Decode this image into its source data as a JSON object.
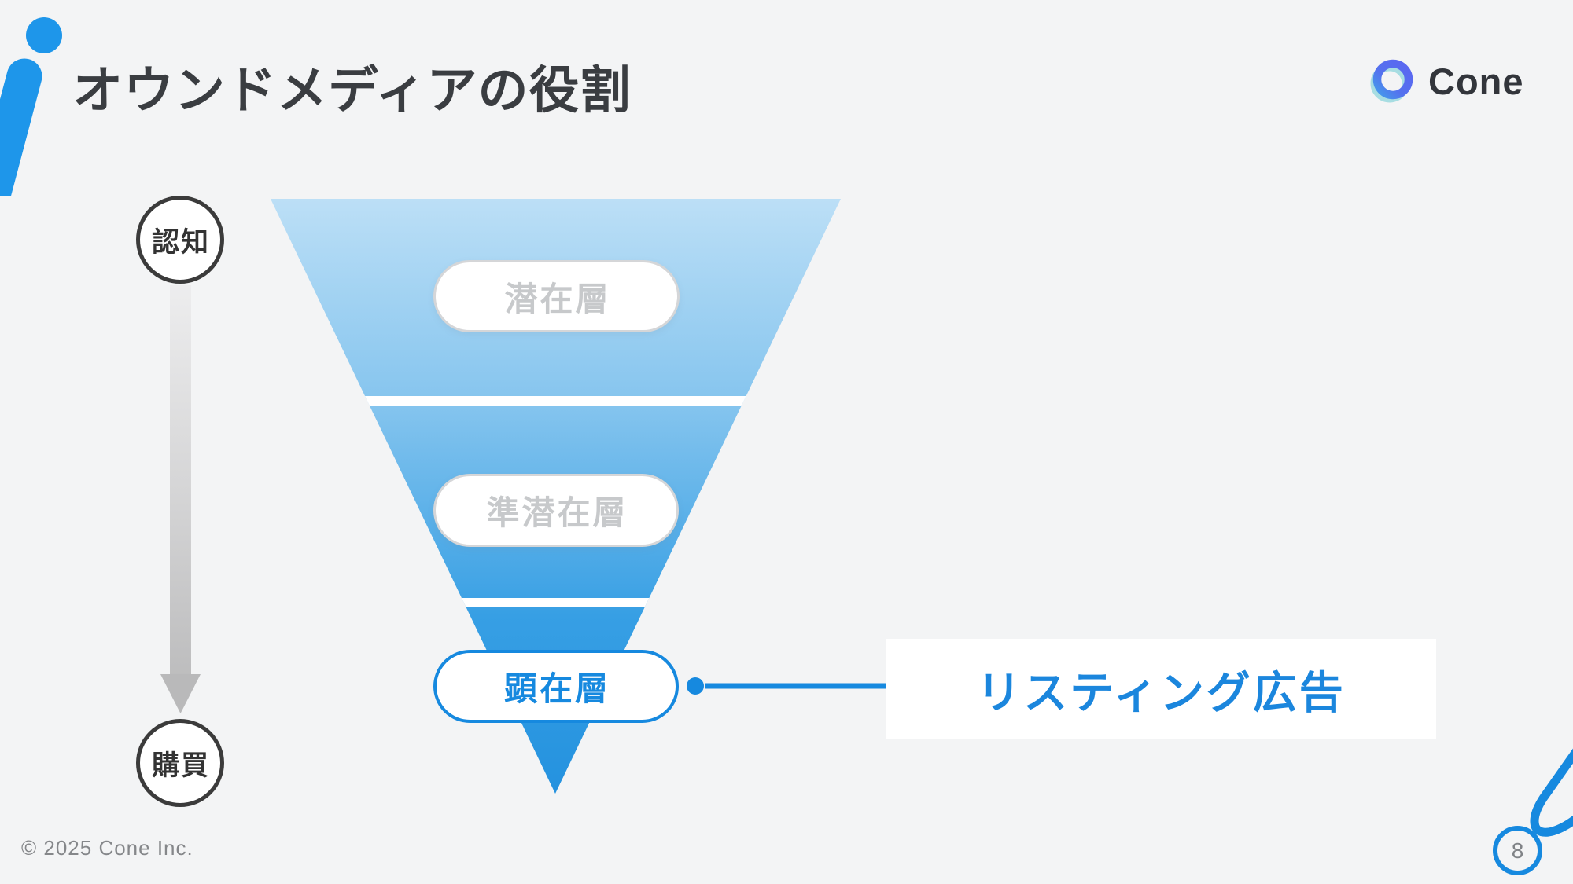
{
  "slide": {
    "title": "オウンドメディアの役割",
    "footer": "© 2025 Cone Inc.",
    "page_number": "8"
  },
  "logo": {
    "text": "Cone"
  },
  "stage_axis": {
    "top_label": "認知",
    "bottom_label": "購買"
  },
  "funnel": {
    "stages": [
      {
        "label": "潜在層",
        "emphasis": false
      },
      {
        "label": "準潜在層",
        "emphasis": false
      },
      {
        "label": "顕在層",
        "emphasis": true
      }
    ]
  },
  "annotation": {
    "label": "リスティング広告"
  },
  "colors": {
    "background": "#f3f4f5",
    "accent_blue": "#1689df",
    "corner_mark_blue": "#1e96ea",
    "funnel_gradient_top": "#bcdff6",
    "funnel_gradient_bottom": "#2492df",
    "muted_pill_text": "#c7c9cb",
    "title_text": "#3a3d41",
    "footer_text": "#85878a"
  }
}
